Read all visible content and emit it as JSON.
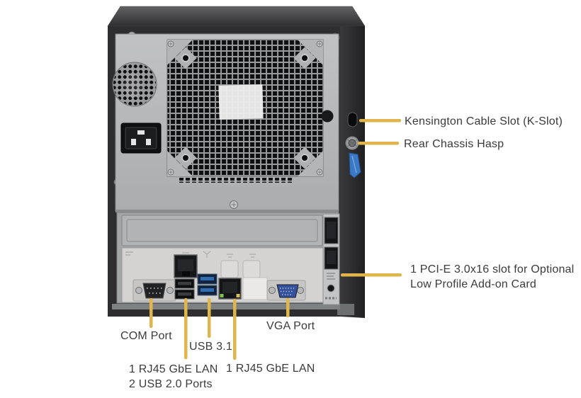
{
  "colors": {
    "callout": "#dfb64c",
    "label_text": "#3b3b3b",
    "chassis_dark": "#2e2e30",
    "panel_silver": "#b6b7b9",
    "io_shield": "#d4d3d1",
    "usb3_blue": "#2f6cb0",
    "vga_blue": "#33519e",
    "hasp_tab_blue": "#3b79c4"
  },
  "callouts": {
    "kslot": "Kensington Cable Slot (K-Slot)",
    "hasp": "Rear Chassis Hasp",
    "pcie_line1": "1 PCI-E 3.0x16 slot for Optional",
    "pcie_line2": "Low Profile Add-on Card",
    "vga": "VGA Port",
    "com": "COM Port",
    "usb31": "USB 3.1",
    "lan_usb_line1": "1 RJ45 GbE LAN",
    "lan_usb_line2": "2 USB 2.0 Ports",
    "lan2": "1 RJ45 GbE LAN"
  }
}
